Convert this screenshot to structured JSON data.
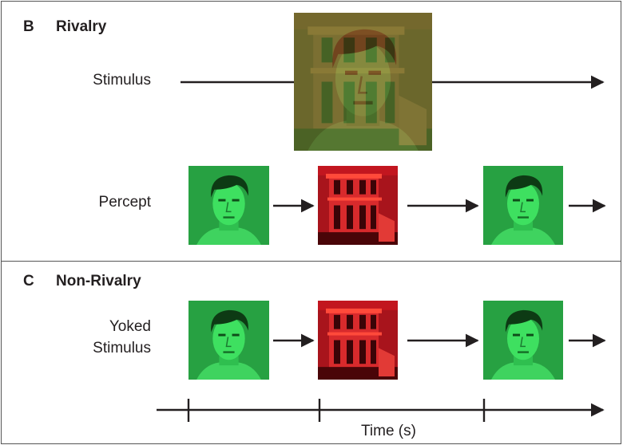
{
  "panel_b": {
    "letter": "B",
    "title": "Rivalry",
    "stimulus_label": "Stimulus",
    "percept_label": "Percept"
  },
  "panel_c": {
    "letter": "C",
    "title": "Non-Rivalry",
    "yoked_label_line1": "Yoked",
    "yoked_label_line2": "Stimulus"
  },
  "time_axis": {
    "label": "Time (s)"
  },
  "colors": {
    "face_green": "#1f9e3a",
    "house_red": "#b0131b",
    "mixed": "#7a6a1a",
    "line": "#231f20"
  }
}
